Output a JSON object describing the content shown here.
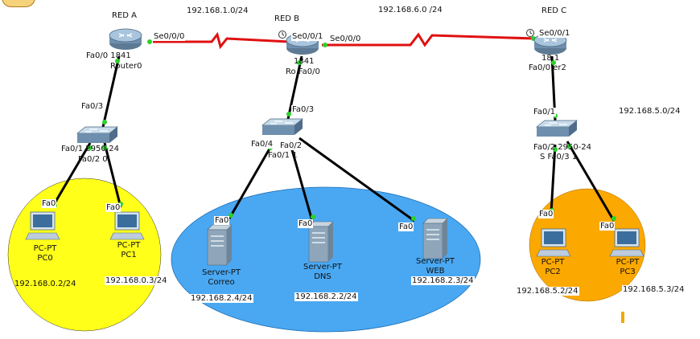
{
  "networks": {
    "red_a": "RED A",
    "red_b": "RED B",
    "red_c": "RED C",
    "net_192_168_1": "192.168.1.0/24",
    "net_192_168_6": "192.168.6.0 /24",
    "net_192_168_5": "192.168.5.0/24"
  },
  "routers": {
    "r0": {
      "model": "Fa0/0 1841",
      "name": "Router0",
      "se_port": "Se0/0/0",
      "fa_port": "Fa0/3"
    },
    "r1": {
      "model": "1841",
      "name": "Ro Fa0/0",
      "se_port_left": "Se0/0/1",
      "se_port_right": "Se0/0/0",
      "fa_port": "Fa0/3"
    },
    "r2": {
      "model": "18 1",
      "name": "Fa0/0 er2",
      "se_port": "Se0/0/1",
      "fa_port": "Fa0/1"
    }
  },
  "switches": {
    "s0": {
      "label_a": "Fa0/1 2950-24",
      "label_b": "Fa0/2 0"
    },
    "s1": {
      "label_a": "Fa0/4",
      "label_b": "Fa0/2",
      "label_c": "Fa0/1 1"
    },
    "s2": {
      "label_a": "Fa0/2 2950-24",
      "label_b": "S Fa0/3 1"
    }
  },
  "hosts": {
    "pc0": {
      "type": "PC-PT",
      "name": "PC0",
      "port": "Fa0",
      "ip": "192.168.0.2/24"
    },
    "pc1": {
      "type": "PC-PT",
      "name": "PC1",
      "port": "Fa0",
      "ip": "192.168.0.3/24"
    },
    "correo": {
      "type": "Server-PT",
      "name": "Correo",
      "port": "Fa0",
      "ip": "192.168.2.4/24"
    },
    "dns": {
      "type": "Server-PT",
      "name": "DNS",
      "port": "Fa0",
      "ip": "192.168.2.2/24"
    },
    "web": {
      "type": "Server-PT",
      "name": "WEB",
      "port": "Fa0",
      "ip": "192.168.2.3/24"
    },
    "pc2": {
      "type": "PC-PT",
      "name": "PC2",
      "port": "Fa0",
      "ip": "192.168.5.2/24"
    },
    "pc3": {
      "type": "PC-PT",
      "name": "PC3",
      "port": "Fa0",
      "ip": "192.168.5.3/24"
    }
  },
  "colors": {
    "lan_a": "#ffff1a",
    "lan_b": "#4aa8f2",
    "lan_c": "#fba800",
    "serial_link": "#e01010",
    "ethernet_link": "#000000"
  }
}
